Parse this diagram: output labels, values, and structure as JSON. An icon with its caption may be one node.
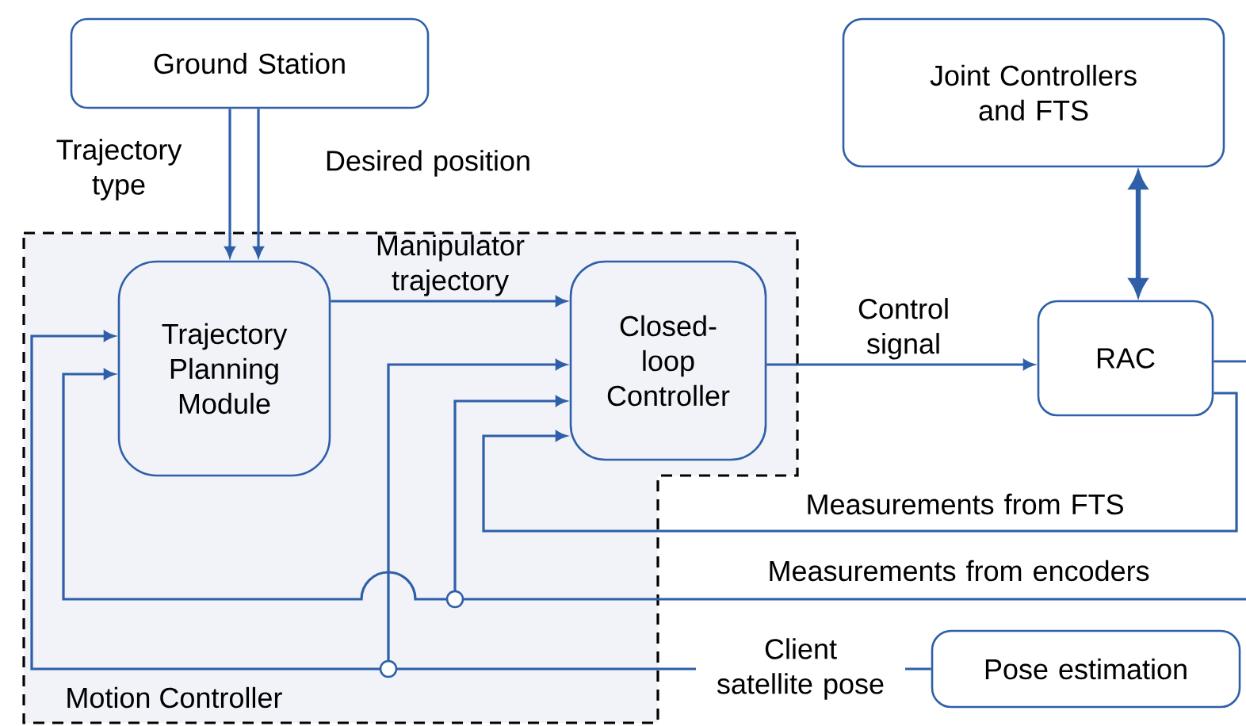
{
  "diagram": {
    "nodes": [
      {
        "text": [
          "Ground Station"
        ]
      },
      {
        "text": [
          "Joint Controllers and FTS"
        ]
      },
      {
        "text": [
          "Motion Controller"
        ]
      },
      {
        "text": [
          "Trajectory Planning Module"
        ],
        "in": 2
      },
      {
        "text": [
          "Closed- loop Controller"
        ],
        "in": 2
      },
      {
        "text": [
          "RAC"
        ]
      },
      {
        "text": [
          "Pose estimation"
        ]
      }
    ],
    "edges": [
      {
        "from": 0,
        "to": 3,
        "arrow": "to",
        "label": "Trajectory type"
      },
      {
        "from": 0,
        "to": 3,
        "arrow": "to",
        "label": "Desired position"
      },
      {
        "from": 3,
        "to": 4,
        "arrow": "to",
        "label": "Manipulator trajectory"
      },
      {
        "from": 4,
        "to": 5,
        "arrow": "to",
        "label": "Control signal"
      },
      {
        "from": 1,
        "to": 5,
        "arrow": "both",
        "style": "thick"
      },
      {
        "from": 5,
        "to": 4,
        "arrow": "to",
        "label": "Measurements from FTS"
      },
      {
        "from": null,
        "to": 4,
        "arrow": "to",
        "label": "Measurements from encoders"
      },
      {
        "from": null,
        "to": 3,
        "arrow": "to"
      },
      {
        "from": 6,
        "to": 3,
        "arrow": "to",
        "label": "Client satellite pose"
      },
      {
        "from": 6,
        "to": 4,
        "arrow": "to"
      },
      {
        "from": 5,
        "to": null,
        "arrow": "none"
      }
    ]
  }
}
